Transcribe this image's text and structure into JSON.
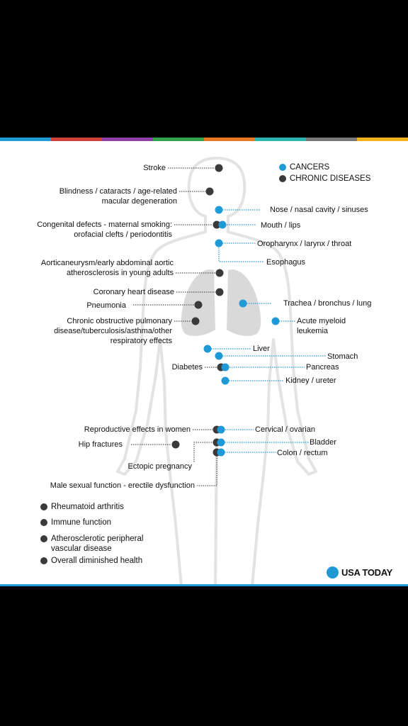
{
  "colors": {
    "cancer": "#1f9ad6",
    "chronic": "#3a3a3a",
    "body_outline": "#e3e3e3",
    "lungs": "#d9d9d9",
    "stripe": [
      "#1f9ad6",
      "#d23f36",
      "#8e3fa8",
      "#2fa24a",
      "#e87722",
      "#2ab5b0",
      "#777777",
      "#f3b21b"
    ]
  },
  "legend": {
    "cancers": "CANCERS",
    "chronic": "CHRONIC DISEASES"
  },
  "chronic_labels": {
    "stroke": "Stroke",
    "blindness": "Blindness / cataracts / age-related\nmacular degeneration",
    "congenital": "Congenital defects - maternal smoking:\norofacial clefts / periodontitis",
    "aortic": "Aorticaneurysm/early abdominal aortic\natherosclerosis in young adults",
    "coronary": "Coronary heart disease",
    "pneumonia": "Pneumonia",
    "copd": "Chronic obstructive pulmonary\ndisease/tuberculosis/asthma/other\nrespiratory effects",
    "diabetes": "Diabetes",
    "reproductive": "Reproductive effects in women",
    "hip": "Hip fractures",
    "ectopic": "Ectopic pregnancy",
    "male": "Male sexual function - erectile dysfunction"
  },
  "cancer_labels": {
    "nose": "Nose / nasal cavity / sinuses",
    "mouth": "Mouth / lips",
    "oropharynx": "Oropharynx / larynx / throat",
    "esophagus": "Esophagus",
    "trachea": "Trachea / bronchus / lung",
    "leukemia": "Acute myeloid\nleukemia",
    "liver": "Liver",
    "stomach": "Stomach",
    "pancreas": "Pancreas",
    "kidney": "Kidney / ureter",
    "cervical": "Cervical / ovarian",
    "bladder": "Bladder",
    "colon": "Colon / rectum"
  },
  "whole_body": [
    "Rheumatoid arthritis",
    "Immune function",
    "Atherosclerotic peripheral\nvascular disease",
    "Overall diminished health"
  ],
  "brand": "USA TODAY"
}
